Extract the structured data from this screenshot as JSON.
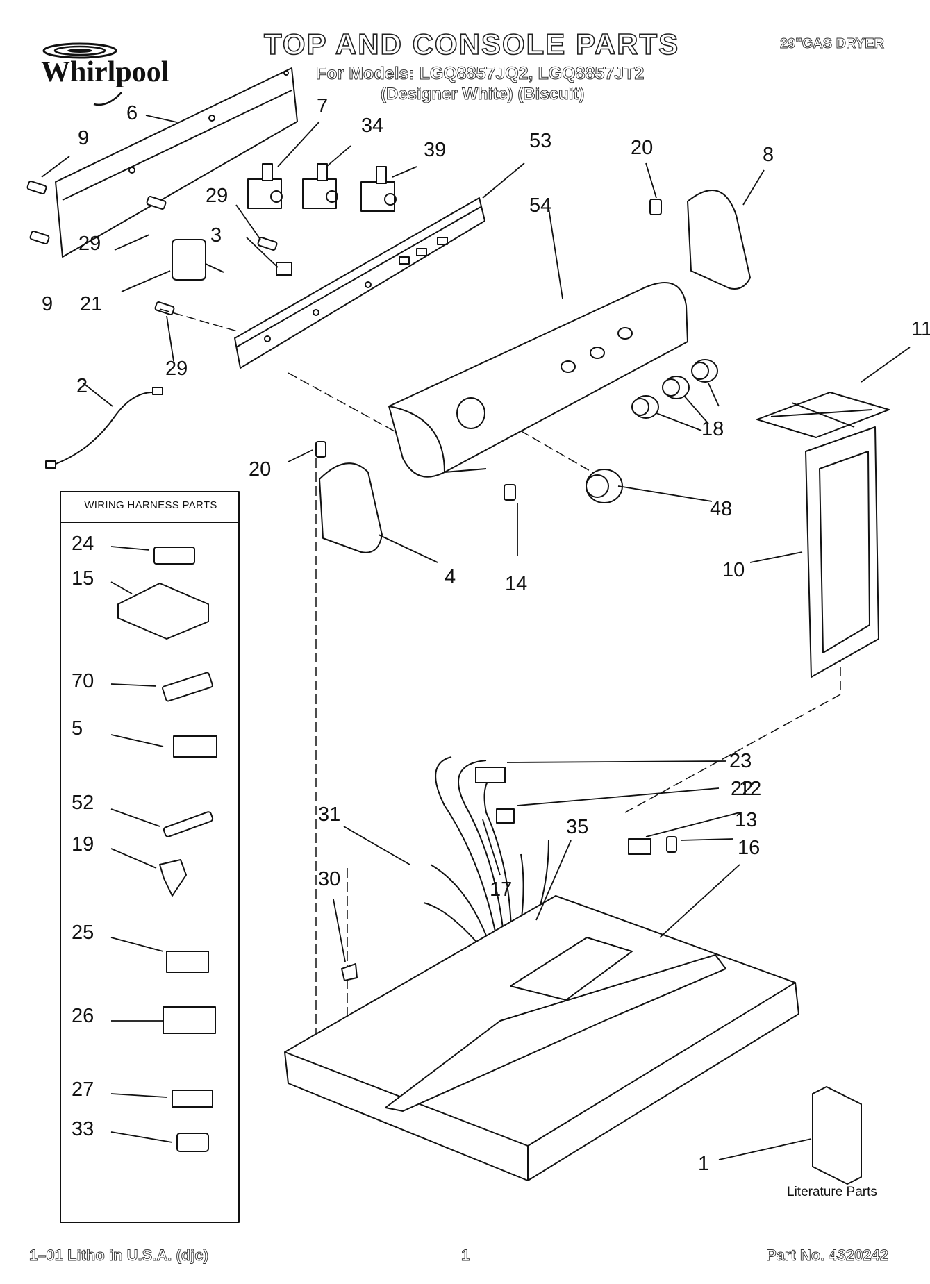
{
  "brand": "Whirlpool",
  "header": {
    "title": "TOP AND CONSOLE PARTS",
    "models_line": "For Models: LGQ8857JQ2, LGQ8857JT2",
    "colors_line": "(Designer White)  (Biscuit)",
    "product": "29\"GAS DRYER"
  },
  "harness_box": {
    "title": "WIRING HARNESS PARTS",
    "callouts": [
      "24",
      "15",
      "70",
      "5",
      "52",
      "19",
      "25",
      "26",
      "27",
      "33"
    ]
  },
  "callouts": [
    "6",
    "9",
    "7",
    "34",
    "39",
    "53",
    "20",
    "8",
    "29",
    "3",
    "54",
    "29",
    "9",
    "21",
    "11",
    "29",
    "2",
    "18",
    "20",
    "48",
    "4",
    "14",
    "10",
    "23",
    "22",
    "12",
    "31",
    "35",
    "13",
    "16",
    "17",
    "30",
    "1"
  ],
  "literature_label": "Literature Parts",
  "footer": {
    "left": "1–01 Litho in U.S.A. (djc)",
    "center": "1",
    "right": "Part No. 4320242"
  },
  "colors": {
    "ink": "#111111",
    "paper": "#ffffff"
  }
}
